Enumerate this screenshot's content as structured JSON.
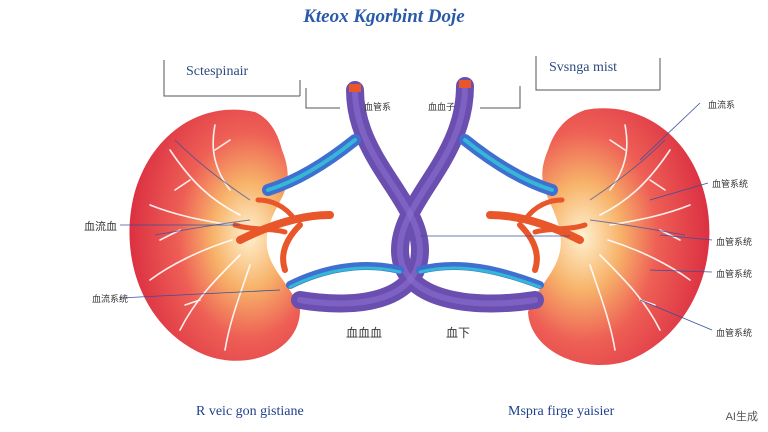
{
  "title": "Kteox Kgorbint Doje",
  "labels": {
    "top_left_box": "Sctespinair",
    "top_right_box": "Svsnga mist",
    "center_top_left": "血管系",
    "center_top_right": "血血子",
    "left_mid": "血流血",
    "left_low": "血流系统",
    "right_1": "血流系",
    "right_2": "血管系统",
    "right_3": "血管系统",
    "right_4": "血管系统",
    "right_5": "血管系统",
    "center_bottom_left": "血血血",
    "center_bottom_right": "血下",
    "caption_left": "R veic gon gistiane",
    "caption_right": "Mspra firge yaisier",
    "watermark": "AI生成"
  },
  "colors": {
    "kidney_red": "#e53a4a",
    "kidney_orange": "#f59a5a",
    "vein_blue": "#3f6fd0",
    "vessel_purple": "#6a4fb0",
    "artery_orange": "#e8562a",
    "cyan": "#35b7d6"
  }
}
